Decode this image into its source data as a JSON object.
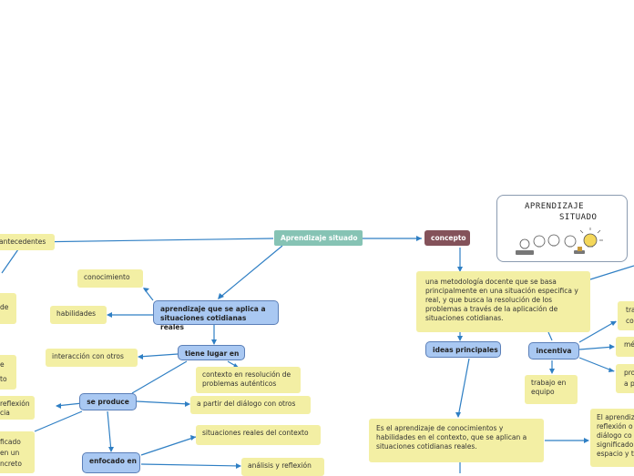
{
  "root": "Aprendizaje situado",
  "concepto": "concepto",
  "antecedentes": "antecedentes",
  "aprendizaje_aplica": "aprendizaje que se aplica a situaciones cotidianas reales",
  "conocimiento": "conocimiento",
  "habilidades": "habilidades",
  "tiene_lugar": "tiene lugar en",
  "interaccion": "interacción con otros",
  "contexto_resolucion": "contexto en resolución de problemas auténticos",
  "se_produce": "se produce",
  "dialogo": "a partir del diálogo con otros",
  "enfocado": "enfocado en",
  "situaciones_reales": "situaciones reales del contexto",
  "analisis": "análisis y reflexión",
  "left_de": "de",
  "left_e": "e",
  "left_to": "to",
  "left_reflexion": "reflexión",
  "left_cia": "cia",
  "left_ficado": "ficado",
  "left_en_un": "en un",
  "left_ncreto": "ncreto",
  "definicion": "una metodología docente que se basa principalmente en una situación especifica y real, y que busca la resolución de los problemas a través de la aplicación de situaciones cotidianas.",
  "ideas": "ideas principales",
  "incentiva": "incentiva",
  "trabajo": "trabajo en equipo",
  "idea_texto": "Es el aprendizaje de conocimientos y habilidades en el contexto, que se aplican a situaciones cotidianas reales.",
  "right_tra": "tra",
  "right_co": "co",
  "right_me": "mé",
  "right_pro": "pro",
  "right_ap": "a p",
  "right_block": "El aprendiz reflexión o diálogo co significado espacio y t",
  "image_title_1": "APRENDIZAJE",
  "image_title_2": "SITUADO"
}
